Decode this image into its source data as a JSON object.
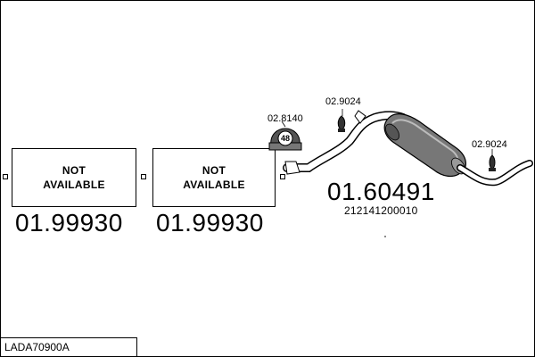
{
  "diagram": {
    "not_available_box_1": {
      "line1": "NOT",
      "line2": "AVAILABLE"
    },
    "not_available_box_2": {
      "line1": "NOT",
      "line2": "AVAILABLE"
    },
    "part_number_1": "01.99930",
    "part_number_2": "01.99930",
    "part_number_3": "01.60491",
    "oe_number_3": "212141200010",
    "clamp_label": "02.8140",
    "clamp_badge": "48",
    "hanger_label_1": "02.9024",
    "hanger_label_2": "02.9024",
    "model_code": "LADA70900A"
  }
}
